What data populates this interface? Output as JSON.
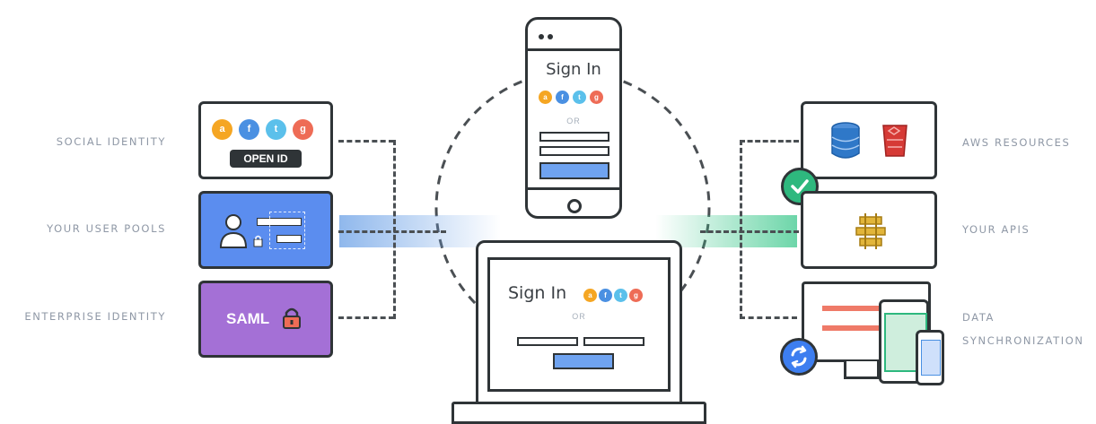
{
  "left_labels": {
    "social": "SOCIAL IDENTITY",
    "user_pools": "YOUR USER POOLS",
    "enterprise": "ENTERPRISE IDENTITY"
  },
  "right_labels": {
    "aws": "AWS RESOURCES",
    "apis": "YOUR APIS",
    "data_line1": "DATA",
    "data_line2": "SYNCHRONIZATION"
  },
  "social_card": {
    "badges": [
      "a",
      "f",
      "t",
      "g"
    ],
    "open_id": "OPEN ID"
  },
  "saml_card": {
    "label": "SAML"
  },
  "phone": {
    "title": "Sign In",
    "badges": [
      "a",
      "f",
      "t",
      "g"
    ],
    "or": "OR"
  },
  "laptop": {
    "title": "Sign In",
    "badges": [
      "a",
      "f",
      "t",
      "g"
    ],
    "or": "OR"
  },
  "colors": {
    "amazon": "#f5a623",
    "facebook": "#4a90e2",
    "twitter": "#5bc0eb",
    "google": "#ee6c56",
    "user_pools_card": "#5b8def",
    "saml_card": "#a470d6",
    "check_badge": "#2eb87e",
    "sync_badge": "#3d7ef0",
    "database_icon": "#2f78c8",
    "s3_icon": "#d63a36",
    "api_icon": "#e2b53a"
  },
  "icons": [
    "user-icon",
    "lock-icon",
    "database-icon",
    "s3-bucket-icon",
    "api-gateway-icon",
    "check-icon",
    "sync-icon"
  ]
}
